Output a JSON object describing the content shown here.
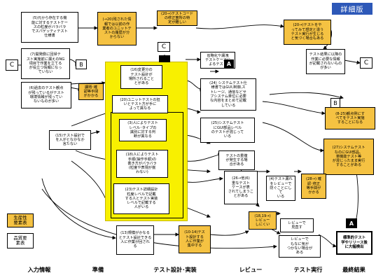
{
  "badge": "詳細版",
  "phases": [
    "入力情報",
    "準備",
    "テスト設計･実装",
    "レビュー",
    "テスト実行",
    "最終結果"
  ],
  "legend": {
    "orange": "生産性\n要素表",
    "white": "品質要\n素表"
  },
  "markers": {
    "c": "C",
    "b": "B",
    "a": "A"
  },
  "nodes": {
    "n5": "(5)元から存在する機\n能に対するテストケー\nスの粒度がバラバラ\nでスパゲッティテスト\n仕様書",
    "n7": "(7)開発側に回帰テ\nスト実施前に漏えのNG\n項目で作業を立てる\nが役立つ情報になっ\nていない",
    "n6": "(6)過去のテスト観点\nが残っているがテスト\n環境情報が残ってい\nないものが多い",
    "n20a": "(→20)残された情\n報では以前の作\n業者のユニットテ\nストの履歴が分\nからない",
    "n20b": "(20→)テストコード\nの修正箇所の特\n定が難しい",
    "n20c": "(20→)テストをや\nってみて想定と違う\nテスト実行が生じる\nと気づく場合もある",
    "nTRec": "テスト結果に以降の\n作業に必要な情報\nが記載されないもの\nが多い",
    "nKadai": "課題･確\n認等手間\nがかかる",
    "n16": "(16)変更分の\nテスト設計が\n場所されること\nとがある",
    "n20d": "(20)ユニットテストの担\nいとテスト方が手に\nよって異なる",
    "n3": "(3)人によりテスト\nレベル･タイプの\n識別に対する判\n断が異なる",
    "n18": "(18)人によりテスト\n手順(操作手順)の\n書き方がバラバラ\n(粒度や表現が揃\nわない)",
    "n23": "(23)テスト詳細設計\n粒度レベルで記載\nする人とテスト実装\nレベルで記載する\n人がいる",
    "nSyoryaku": "省略化や漏洩\nテストケースに\nよるテスト",
    "n24": "(24) システムテスト仕\n様書ではGUI,制御,ス\nトレージ、通信などサ\nブシステム単位に必要\nな内容をまとめて記載\nしている",
    "n25": "(25)システムテスト\nにGUI部品レベル\nのテストが混じって\nいる",
    "nJuufuku": "テストの重複\nが発生する場\n合がある",
    "n26": "(26→他)6)\n重なテスト\nケースが表\nされてしまうこ\nとがある",
    "n4": "(4)テスト漏れ\nをレビューで\n防ぐことにして\nいる",
    "n28": "(28→) 確\n認･修正\n等手間が\nかかる",
    "n1819": "(18,19→)\nレビュー\nしにくい",
    "n15": "(15)テスト設計で\nを入がとなかなか\n言たない",
    "n13": "(13)規模がかなる\nとテスト設計できる\n人に作業が回され\nる",
    "n1014": "(10-14)テス\nト設計する\n人に作業が\n集中する",
    "nRev1": "レビューで\n見直す",
    "nRev2": "レビューで\nもなに気が\nつかない場合が\nある",
    "n825": "(8-25)観点例にす\nべてをテスト実施\nすることになる",
    "n27": "(27)システムテスト\nなのにGUI部品、\n単機能テスト等\nが混じったまま実行\nすることがある",
    "nFinal": "標準的テスト\n学やリリース後\nに大幅検出"
  }
}
